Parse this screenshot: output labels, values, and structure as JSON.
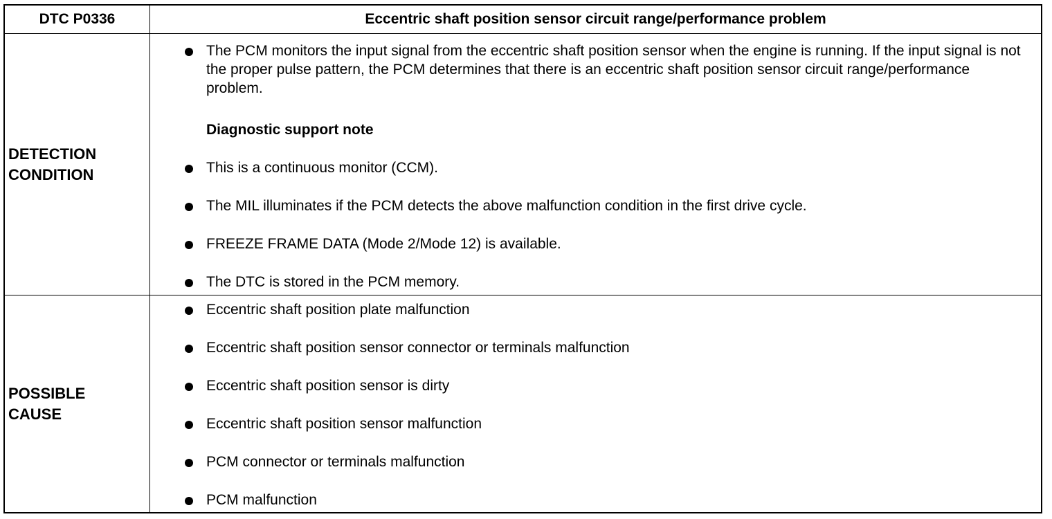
{
  "header": {
    "code": "DTC P0336",
    "title": "Eccentric shaft position sensor circuit range/performance problem"
  },
  "detection": {
    "label_line1": "DETECTION",
    "label_line2": "CONDITION",
    "monitor_text": "The PCM monitors the input signal from the eccentric shaft position sensor when the engine is running. If the input signal is not the proper pulse pattern, the PCM determines that there is an eccentric shaft position sensor circuit range/performance problem.",
    "note_heading": "Diagnostic support note",
    "notes": [
      "This is a continuous monitor (CCM).",
      "The MIL illuminates if the PCM detects the above malfunction condition in the first drive cycle.",
      "FREEZE FRAME DATA (Mode 2/Mode 12) is available.",
      "The DTC is stored in the PCM memory."
    ]
  },
  "cause": {
    "label_line1": "POSSIBLE",
    "label_line2": "CAUSE",
    "items": [
      "Eccentric shaft position plate malfunction",
      "Eccentric shaft position sensor connector or terminals malfunction",
      "Eccentric shaft position sensor is dirty",
      "Eccentric shaft position sensor malfunction",
      "PCM connector or terminals malfunction",
      "PCM malfunction"
    ]
  }
}
